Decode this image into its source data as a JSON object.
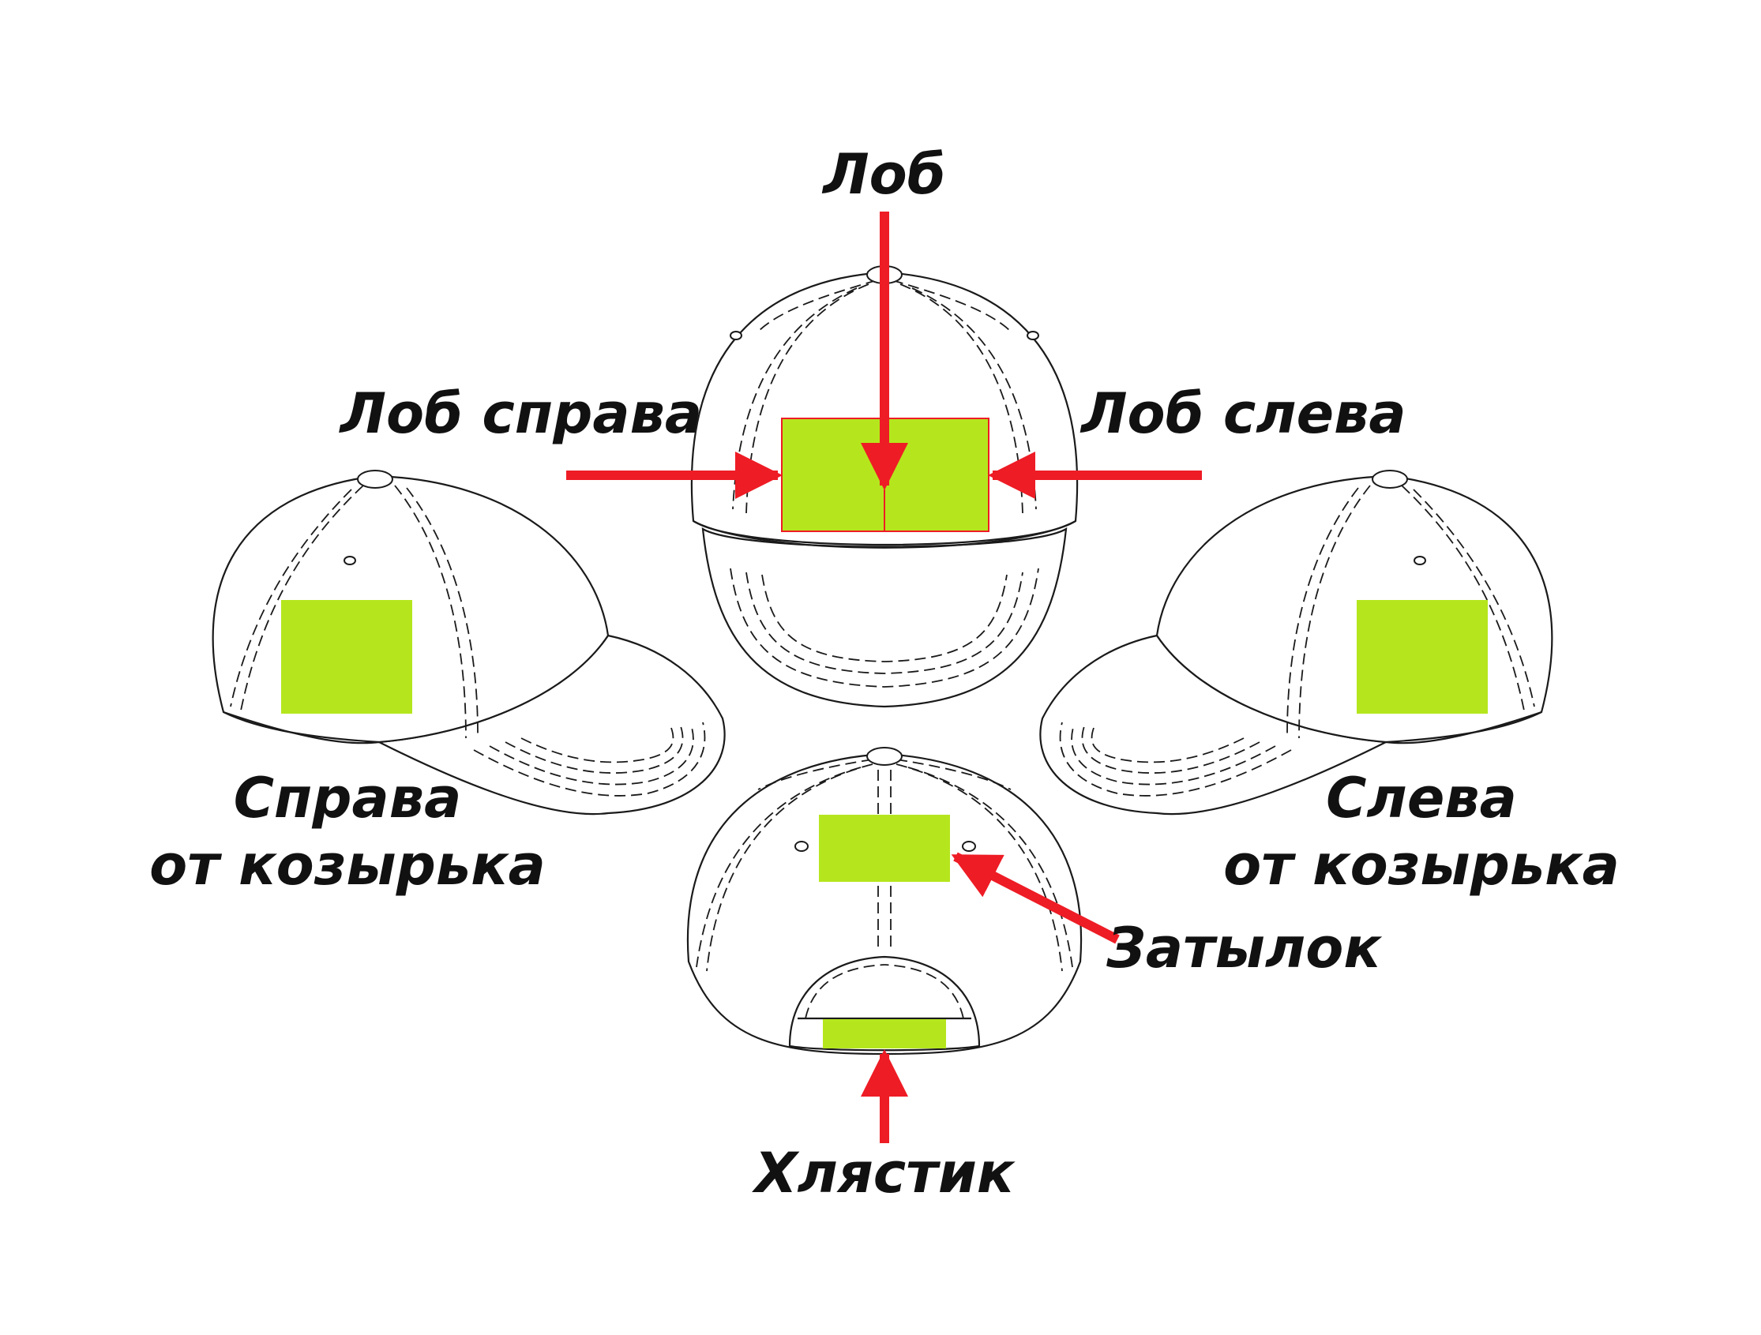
{
  "colors": {
    "print_zone": "#b5e61d",
    "arrow": "#ee1c25",
    "outline": "#1a1a1a",
    "background": "#ffffff"
  },
  "labels": {
    "forehead": "Лоб",
    "forehead_right": "Лоб справа",
    "forehead_left": "Лоб слева",
    "right_of_visor_line1": "Справа",
    "right_of_visor_line2": "от козырька",
    "left_of_visor_line1": "Слева",
    "left_of_visor_line2": "от козырька",
    "back_of_head": "Затылок",
    "strap": "Хлястик"
  }
}
